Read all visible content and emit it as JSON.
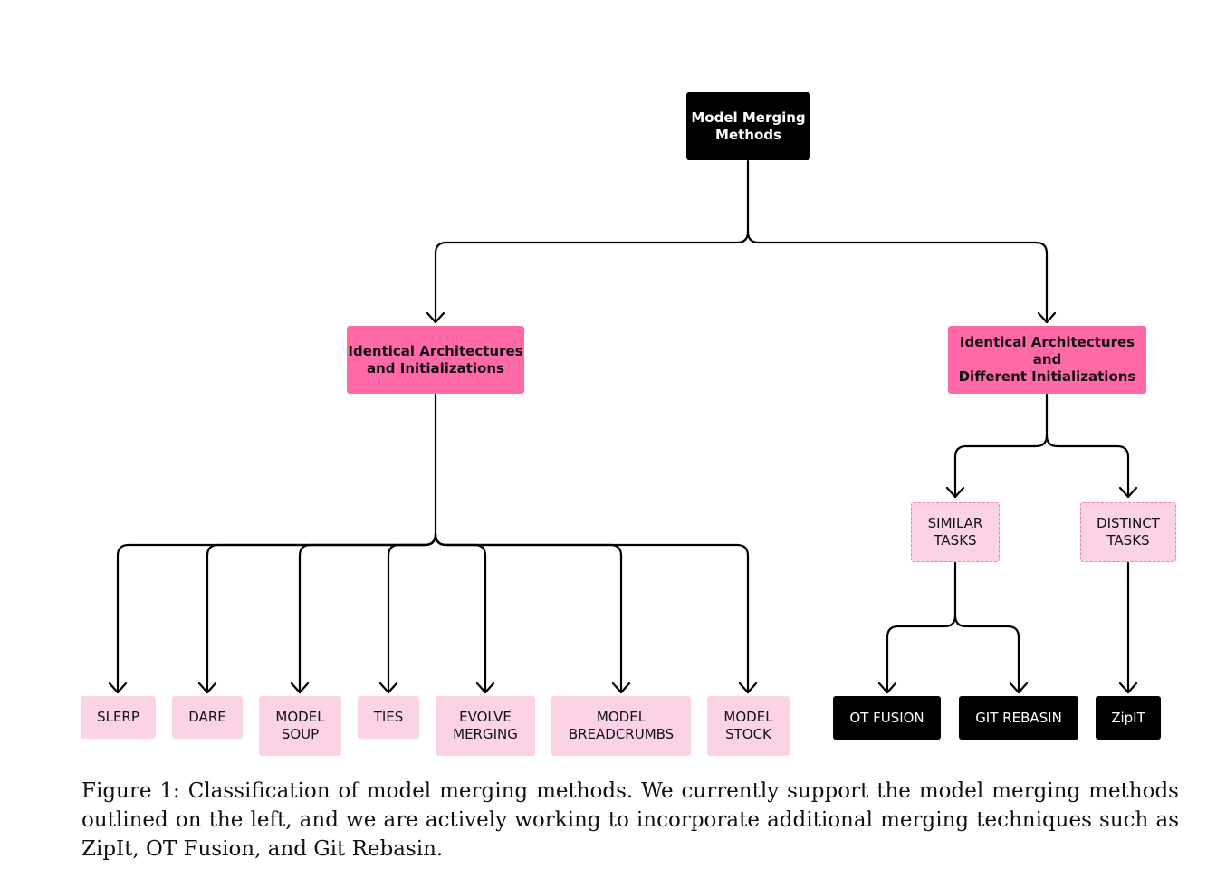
{
  "root": {
    "label": "Model Merging\nMethods"
  },
  "categories": [
    {
      "label": "Identical Architectures\nand Initializations"
    },
    {
      "label": "Identical Architectures and\nDifferent Initializations"
    }
  ],
  "left_methods": [
    {
      "label": "SLERP"
    },
    {
      "label": "DARE"
    },
    {
      "label": "MODEL\nSOUP"
    },
    {
      "label": "TIES"
    },
    {
      "label": "EVOLVE\nMERGING"
    },
    {
      "label": "MODEL\nBREADCRUMBS"
    },
    {
      "label": "MODEL\nSTOCK"
    }
  ],
  "task_groups": [
    {
      "label": "SIMILAR\nTASKS"
    },
    {
      "label": "DISTINCT\nTASKS"
    }
  ],
  "right_methods": [
    {
      "label": "OT FUSION"
    },
    {
      "label": "GIT REBASIN"
    },
    {
      "label": "ZipIT"
    }
  ],
  "caption": "Figure 1: Classification of model merging methods. We currently support the model merging methods outlined on the left, and we are actively working to incorporate additional merging techniques such as ZipIt, OT Fusion, and Git Rebasin.",
  "colors": {
    "root": "#000000",
    "category": "#ff6aa6",
    "method": "#fbd3e5",
    "task_border": "#f07fae",
    "unsupported_method": "#000000"
  }
}
